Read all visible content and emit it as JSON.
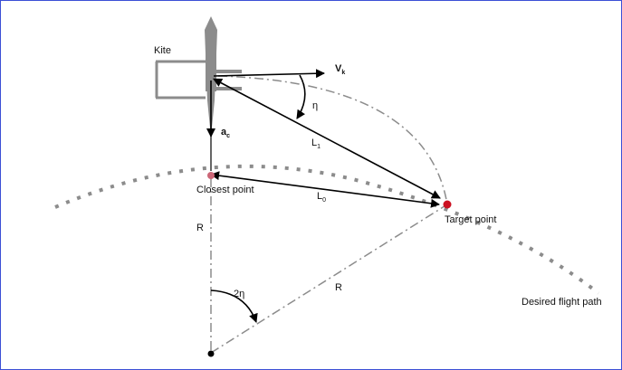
{
  "diagram": {
    "labels": {
      "kite": "Kite",
      "vk_main": "V",
      "vk_sub": "k",
      "eta": "η",
      "ac_main": "a",
      "ac_sub": "c",
      "l1_main": "L",
      "l1_sub": "1",
      "l0_main": "L",
      "l0_sub": "0",
      "closest_point": "Closest point",
      "target_point": "Target point",
      "r_left": "R",
      "r_right": "R",
      "two_eta": "2η",
      "desired_flight_path": "Desired flight path"
    },
    "colors": {
      "frame": "#3b4fd6",
      "kite_body": "#8c8c8c",
      "arrows": "#000000",
      "dash_dot": "#8c8c8c",
      "flight_path_dots": "#8c8c8c",
      "point_marker": "#cc1122"
    }
  }
}
